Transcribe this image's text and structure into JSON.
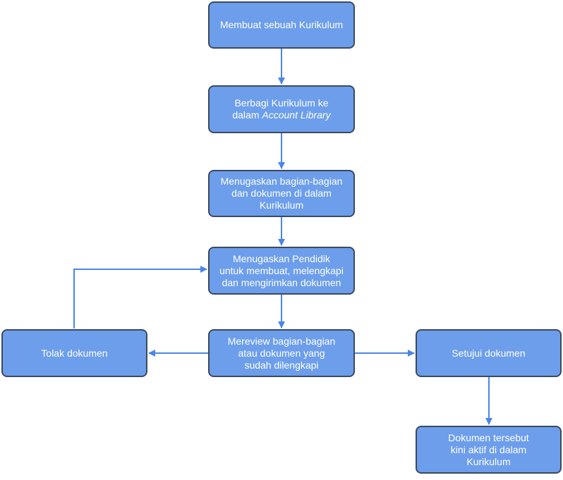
{
  "colors": {
    "node_fill": "#6d9eeb",
    "node_border": "#3c4a5c",
    "arrow": "#4a86e8",
    "text": "#ffffff"
  },
  "nodes": {
    "create": {
      "line1": "Membuat sebuah Kurikulum"
    },
    "share": {
      "line1": "Berbagi Kurikulum ke",
      "line2_plain": "dalam ",
      "line2_italic": "Account Library"
    },
    "assign_sections": {
      "line1": "Menugaskan bagian-bagian",
      "line2": "dan dokumen di dalam",
      "line3": "Kurikulum"
    },
    "assign_educator": {
      "line1": "Menugaskan Pendidik",
      "line2": "untuk membuat, melengkapi",
      "line3": "dan mengirimkan dokumen"
    },
    "review": {
      "line1": "Mereview bagian-bagian",
      "line2": "atau dokumen yang",
      "line3": "sudah dilengkapi"
    },
    "reject": {
      "line1": "Tolak dokumen"
    },
    "approve": {
      "line1": "Setujui dokumen"
    },
    "active": {
      "line1": "Dokumen tersebut",
      "line2": "kini aktif di dalam",
      "line3": "Kurikulum"
    }
  }
}
